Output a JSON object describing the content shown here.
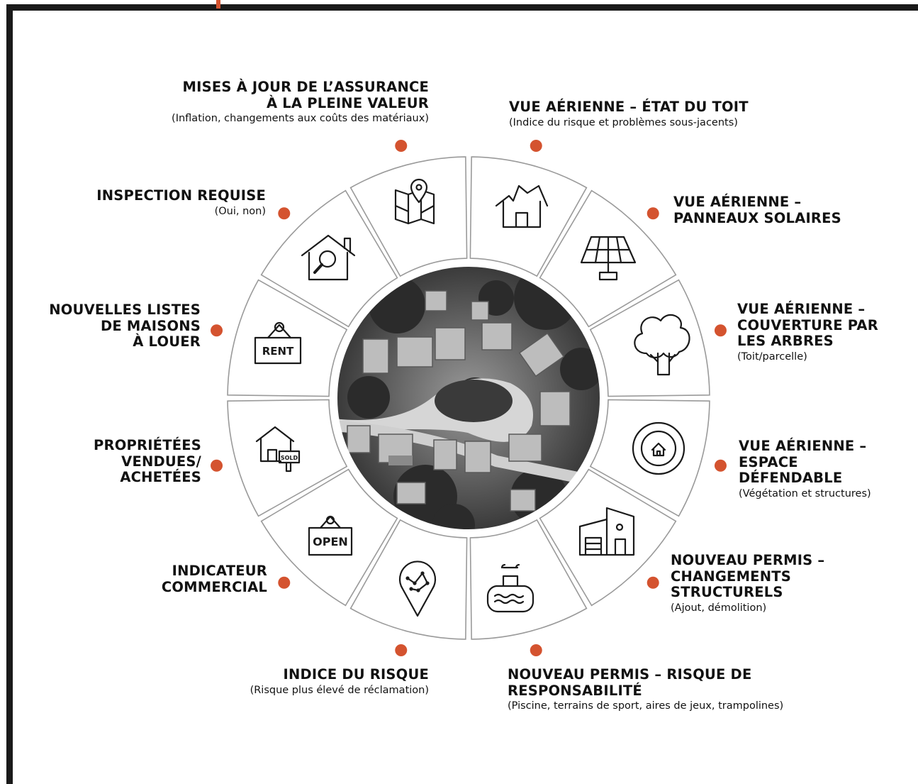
{
  "theme": {
    "accent": "#d4532f",
    "frame": "#1a1a1a",
    "segment_stroke": "#9a9a9a",
    "icon_stroke": "#1a1a1a"
  },
  "center_image": "aerial-neighborhood-photo",
  "segments": [
    {
      "id": "assurance",
      "icon": "map-pin-icon",
      "title": "MISES À JOUR DE L’ASSURANCE\nÀ LA PLEINE VALEUR",
      "subtitle": "(Inflation, changements aux coûts des matériaux)"
    },
    {
      "id": "toit",
      "icon": "broken-roof-icon",
      "title": "VUE AÉRIENNE – ÉTAT DU TOIT",
      "subtitle": "(Indice du risque et problèmes sous-jacents)"
    },
    {
      "id": "solaire",
      "icon": "solar-panel-icon",
      "title": "VUE AÉRIENNE –\nPANNEAUX SOLAIRES",
      "subtitle": ""
    },
    {
      "id": "arbres",
      "icon": "tree-icon",
      "title": "VUE AÉRIENNE –\nCOUVERTURE PAR\nLES ARBRES",
      "subtitle": "(Toit/parcelle)"
    },
    {
      "id": "defendable",
      "icon": "house-circle-icon",
      "title": "VUE AÉRIENNE –\nESPACE\nDÉFENDABLE",
      "subtitle": "(Végétation et structures)"
    },
    {
      "id": "structurels",
      "icon": "building-garage-icon",
      "title": "NOUVEAU PERMIS –\nCHANGEMENTS\nSTRUCTURELS",
      "subtitle": "(Ajout, démolition)"
    },
    {
      "id": "responsabilite",
      "icon": "pool-ladder-icon",
      "title": "NOUVEAU PERMIS – RISQUE DE\nRESPONSABILITÉ",
      "subtitle": "(Piscine, terrains de sport, aires de jeux, trampolines)"
    },
    {
      "id": "risque",
      "icon": "risk-pin-icon",
      "title": "INDICE DU RISQUE",
      "subtitle": "(Risque plus élevé de réclamation)"
    },
    {
      "id": "commercial",
      "icon": "open-sign-icon",
      "title": "INDICATEUR\nCOMMERCIAL",
      "subtitle": "",
      "sign_text": "OPEN"
    },
    {
      "id": "vendues",
      "icon": "house-sold-icon",
      "title": "PROPRIÉTÉES\nVENDUES/\nACHETÉES",
      "subtitle": "",
      "sign_text": "SOLD"
    },
    {
      "id": "louer",
      "icon": "rent-sign-icon",
      "title": "NOUVELLES LISTES\nDE MAISONS\nÀ LOUER",
      "subtitle": "",
      "sign_text": "RENT"
    },
    {
      "id": "inspection",
      "icon": "house-search-icon",
      "title": "INSPECTION REQUISE",
      "subtitle": "(Oui, non)"
    }
  ]
}
